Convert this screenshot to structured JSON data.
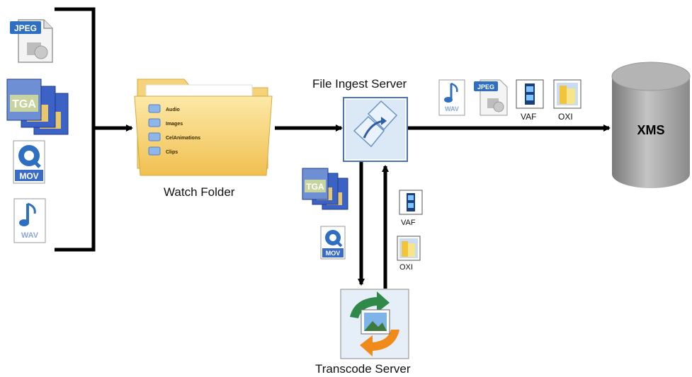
{
  "nodes": {
    "watch_folder": {
      "label": "Watch Folder",
      "items": [
        "Audio",
        "Images",
        "CelAnimations",
        "Clips"
      ]
    },
    "file_ingest_server": {
      "label": "File Ingest Server"
    },
    "transcode_server": {
      "label": "Transcode Server"
    },
    "xms": {
      "label": "XMS"
    }
  },
  "file_icons": {
    "jpeg": "JPEG",
    "tga": "TGA",
    "tga_a": "A",
    "mov": "MOV",
    "wav": "WAV",
    "vaf": "VAF",
    "oxi": "OXI"
  },
  "colors": {
    "wire": "#000000",
    "xms_body": "#9a9a9a",
    "folder": "#f4c95b",
    "server_box": "#cfe0f1",
    "file_badge": "#2f6fc2"
  }
}
